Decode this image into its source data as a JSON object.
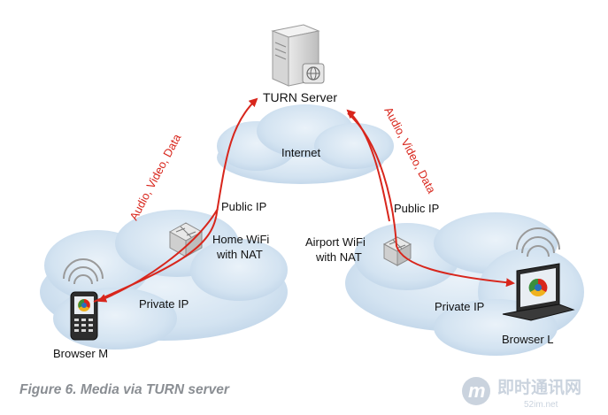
{
  "figure": {
    "caption": "Figure 6. Media via TURN server",
    "colors": {
      "arrow": "#d8261c",
      "cloud": "#cfe0f0",
      "caption": "#8a8e93"
    }
  },
  "nodes": {
    "turn_server": "TURN Server",
    "internet": "Internet",
    "home_nat": [
      "Home WiFi",
      "with NAT"
    ],
    "airport_nat": [
      "Airport WiFi",
      "with NAT"
    ],
    "browser_m": "Browser M",
    "browser_l": "Browser L"
  },
  "labels": {
    "public_ip_left": "Public IP",
    "public_ip_right": "Public IP",
    "private_ip_left": "Private IP",
    "private_ip_right": "Private IP",
    "flow_left": "Audio, Video, Data",
    "flow_right": "Audio, Video, Data"
  },
  "watermark": {
    "main": "即时通讯网",
    "sub": "52im.net",
    "logo_letter": "m"
  }
}
